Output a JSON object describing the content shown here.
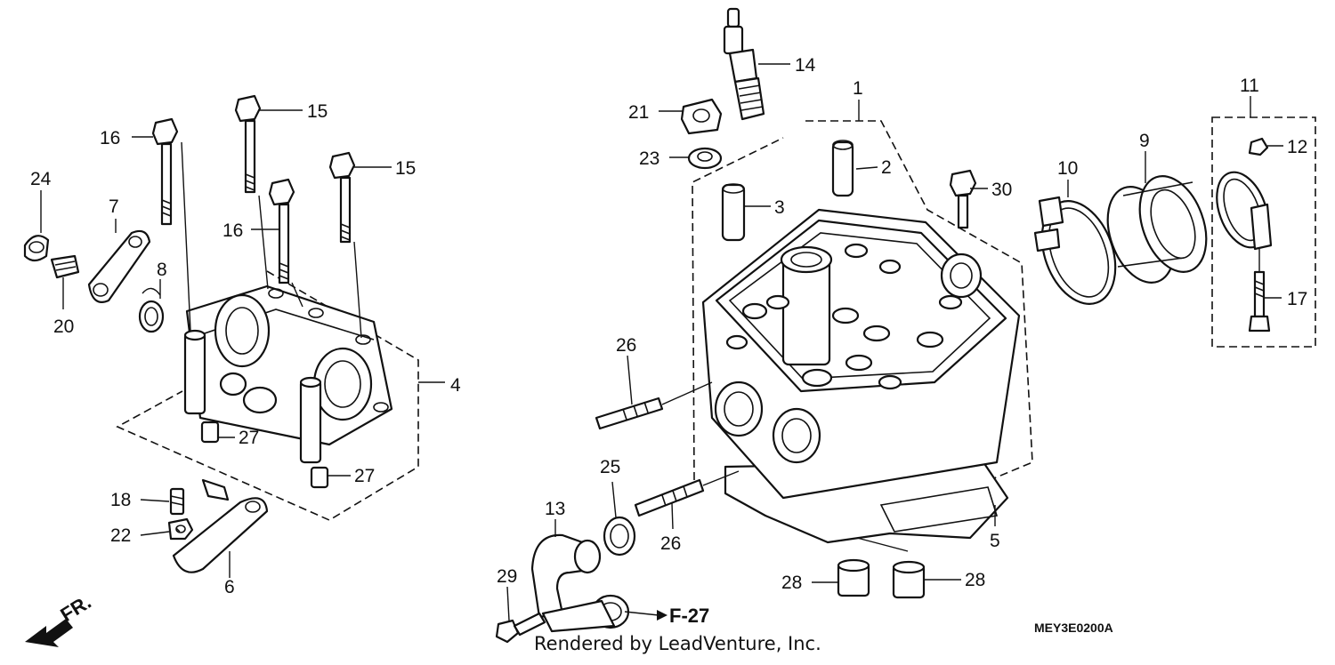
{
  "callouts": {
    "c1": "1",
    "c2": "2",
    "c3": "3",
    "c4": "4",
    "c5": "5",
    "c6": "6",
    "c7": "7",
    "c8": "8",
    "c9": "9",
    "c10": "10",
    "c11": "11",
    "c12": "12",
    "c13": "13",
    "c14": "14",
    "c15a": "15",
    "c15b": "15",
    "c16a": "16",
    "c16b": "16",
    "c17": "17",
    "c18": "18",
    "c20": "20",
    "c21": "21",
    "c22": "22",
    "c23": "23",
    "c24": "24",
    "c25": "25",
    "c26a": "26",
    "c26b": "26",
    "c27a": "27",
    "c27b": "27",
    "c28a": "28",
    "c28b": "28",
    "c29": "29",
    "c30": "30"
  },
  "reference_label": "F-27",
  "direction_label": "FR.",
  "diagram_code": "MEY3E0200A",
  "credit": "Rendered by LeadVenture, Inc."
}
